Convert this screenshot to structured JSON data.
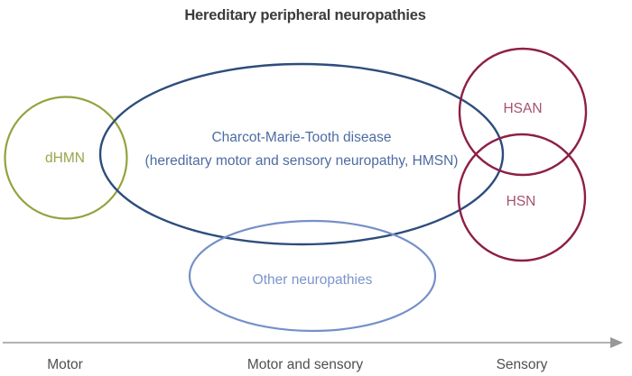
{
  "title": "Hereditary peripheral neuropathies",
  "venn": {
    "cmt": {
      "label_line1": "Charcot-Marie-Tooth disease",
      "label_line2": "(hereditary motor and sensory neuropathy, HMSN)"
    },
    "dhmn": {
      "label": "dHMN"
    },
    "hsan": {
      "label": "HSAN"
    },
    "hsn": {
      "label": "HSN"
    },
    "other": {
      "label": "Other neuropathies"
    }
  },
  "axis": {
    "label_motor": "Motor",
    "label_motor_sensory": "Motor and sensory",
    "label_sensory": "Sensory"
  },
  "colors": {
    "title": "#3b3b3b",
    "navy_stroke": "#2d4d7c",
    "navy_text": "#4c6ca2",
    "olive_stroke": "#95a13e",
    "olive_text": "#9aa54a",
    "maroon_stroke": "#8e1f44",
    "maroon_text": "#a4546f",
    "lightblue_stroke": "#7490c8",
    "lightblue_text": "#7b95cc",
    "axis_line": "#989898",
    "axis_label": "#4f4f4f"
  }
}
